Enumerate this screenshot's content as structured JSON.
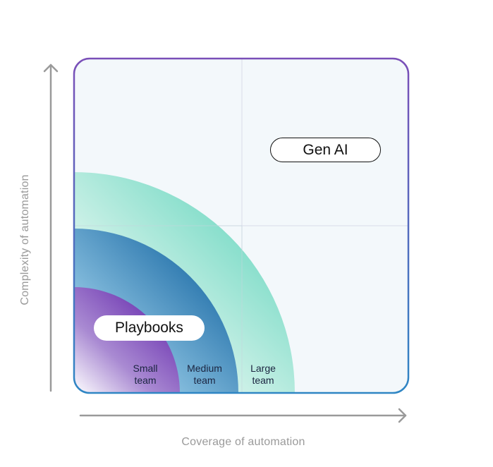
{
  "axes": {
    "x_label": "Coverage of automation",
    "y_label": "Complexity of automation"
  },
  "regions": {
    "gen_ai": "Gen AI",
    "playbooks": "Playbooks"
  },
  "teams": {
    "small": {
      "line1": "Small",
      "line2": "team"
    },
    "medium": {
      "line1": "Medium",
      "line2": "team"
    },
    "large": {
      "line1": "Large",
      "line2": "team"
    }
  },
  "colors": {
    "frame_top": "#7a4fb8",
    "frame_bottom": "#2f86c4",
    "panel_bg": "#f3f8fb",
    "grid": "#d9dbe9",
    "axis": "#9a9a9a",
    "large_ring": "#8fe0cb",
    "medium_ring": "#2f7fb6",
    "small_ring": "#7a4ab9"
  }
}
